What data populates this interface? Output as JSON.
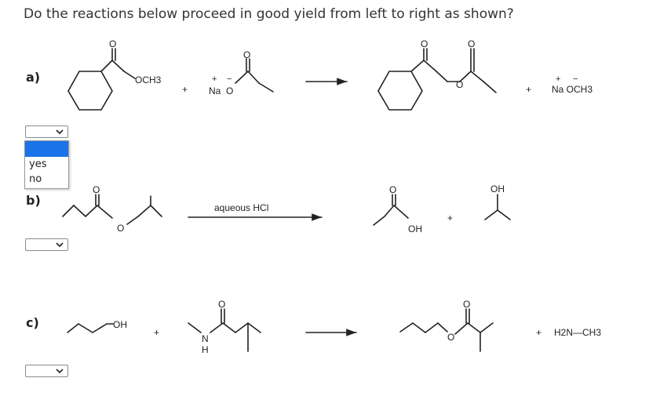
{
  "question": "Do the reactions below proceed in good yield from left to right as shown?",
  "parts": {
    "a": {
      "label": "a)",
      "selected": ""
    },
    "b": {
      "label": "b)",
      "selected": "",
      "reagent": "aqueous HCl"
    },
    "c": {
      "label": "c)",
      "selected": ""
    }
  },
  "dropdown": {
    "options": [
      "",
      "yes",
      "no"
    ],
    "highlight_color": "#1a73e8"
  },
  "chem": {
    "och3": "OCH3",
    "plus": "+",
    "minus": "−",
    "na": "Na",
    "o": "O",
    "oh": "OH",
    "n": "N",
    "h": "H",
    "h2n_ch3": "H2N—CH3",
    "na_och3": "Na OCH3"
  },
  "icons": [
    "chevron-down-icon",
    "reaction-arrow-icon"
  ]
}
